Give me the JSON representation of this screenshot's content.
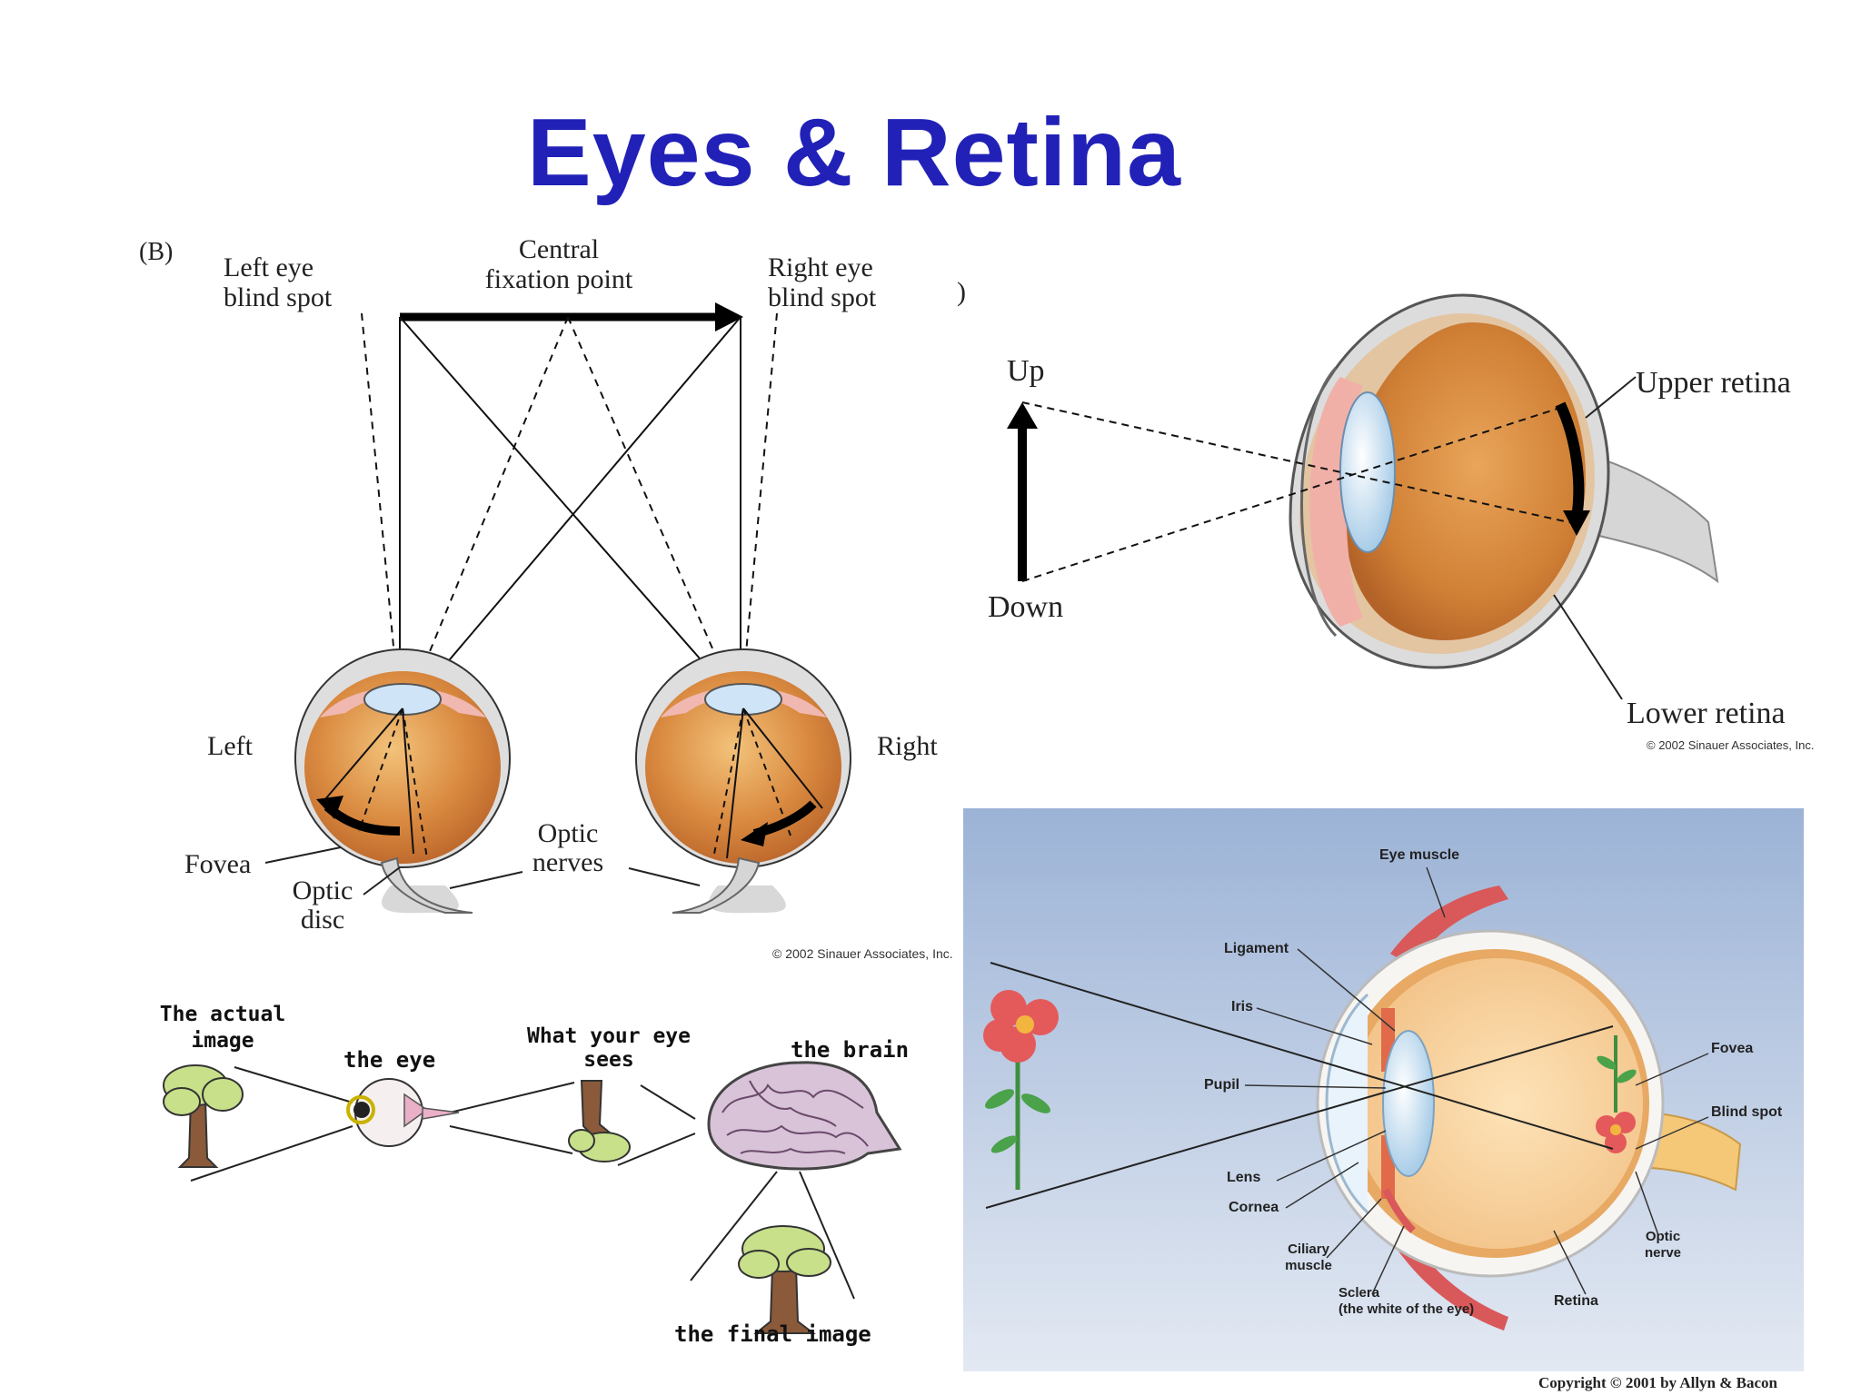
{
  "slide": {
    "title": "Eyes & Retina"
  },
  "fig_b": {
    "panel_label": "(B)",
    "left_blind": [
      "Left eye",
      "blind spot"
    ],
    "central": [
      "Central",
      "fixation point"
    ],
    "right_blind": [
      "Right eye",
      "blind spot"
    ],
    "left": "Left",
    "right": "Right",
    "fovea": "Fovea",
    "optic_disc": [
      "Optic",
      "disc"
    ],
    "optic_nerves": [
      "Optic",
      "nerves"
    ],
    "copyright": "© 2002 Sinauer Associates, Inc."
  },
  "fig_retina": {
    "paren": ")",
    "up": "Up",
    "down": "Down",
    "upper_retina": "Upper retina",
    "lower_retina": "Lower retina",
    "copyright": "© 2002 Sinauer Associates, Inc."
  },
  "fig_sketch": {
    "actual_image": [
      "The actual",
      "image"
    ],
    "the_eye": "the eye",
    "what_eye_sees": [
      "What your eye",
      "sees"
    ],
    "the_brain": "the brain",
    "final_image": "the final image"
  },
  "fig_anatomy": {
    "eye_muscle": "Eye muscle",
    "ligament": "Ligament",
    "iris": "Iris",
    "pupil": "Pupil",
    "lens": "Lens",
    "cornea": "Cornea",
    "ciliary_muscle": [
      "Ciliary",
      "muscle"
    ],
    "sclera": [
      "Sclera",
      "(the white of the eye)"
    ],
    "retina": "Retina",
    "optic_nerve": [
      "Optic",
      "nerve"
    ],
    "fovea": "Fovea",
    "blind_spot": "Blind spot",
    "copyright": "Copyright © 2001 by Allyn & Bacon"
  },
  "colors": {
    "title": "#2121b8",
    "eye_orange": "#d9893f",
    "anatomy_bg": "#a9bedb"
  }
}
